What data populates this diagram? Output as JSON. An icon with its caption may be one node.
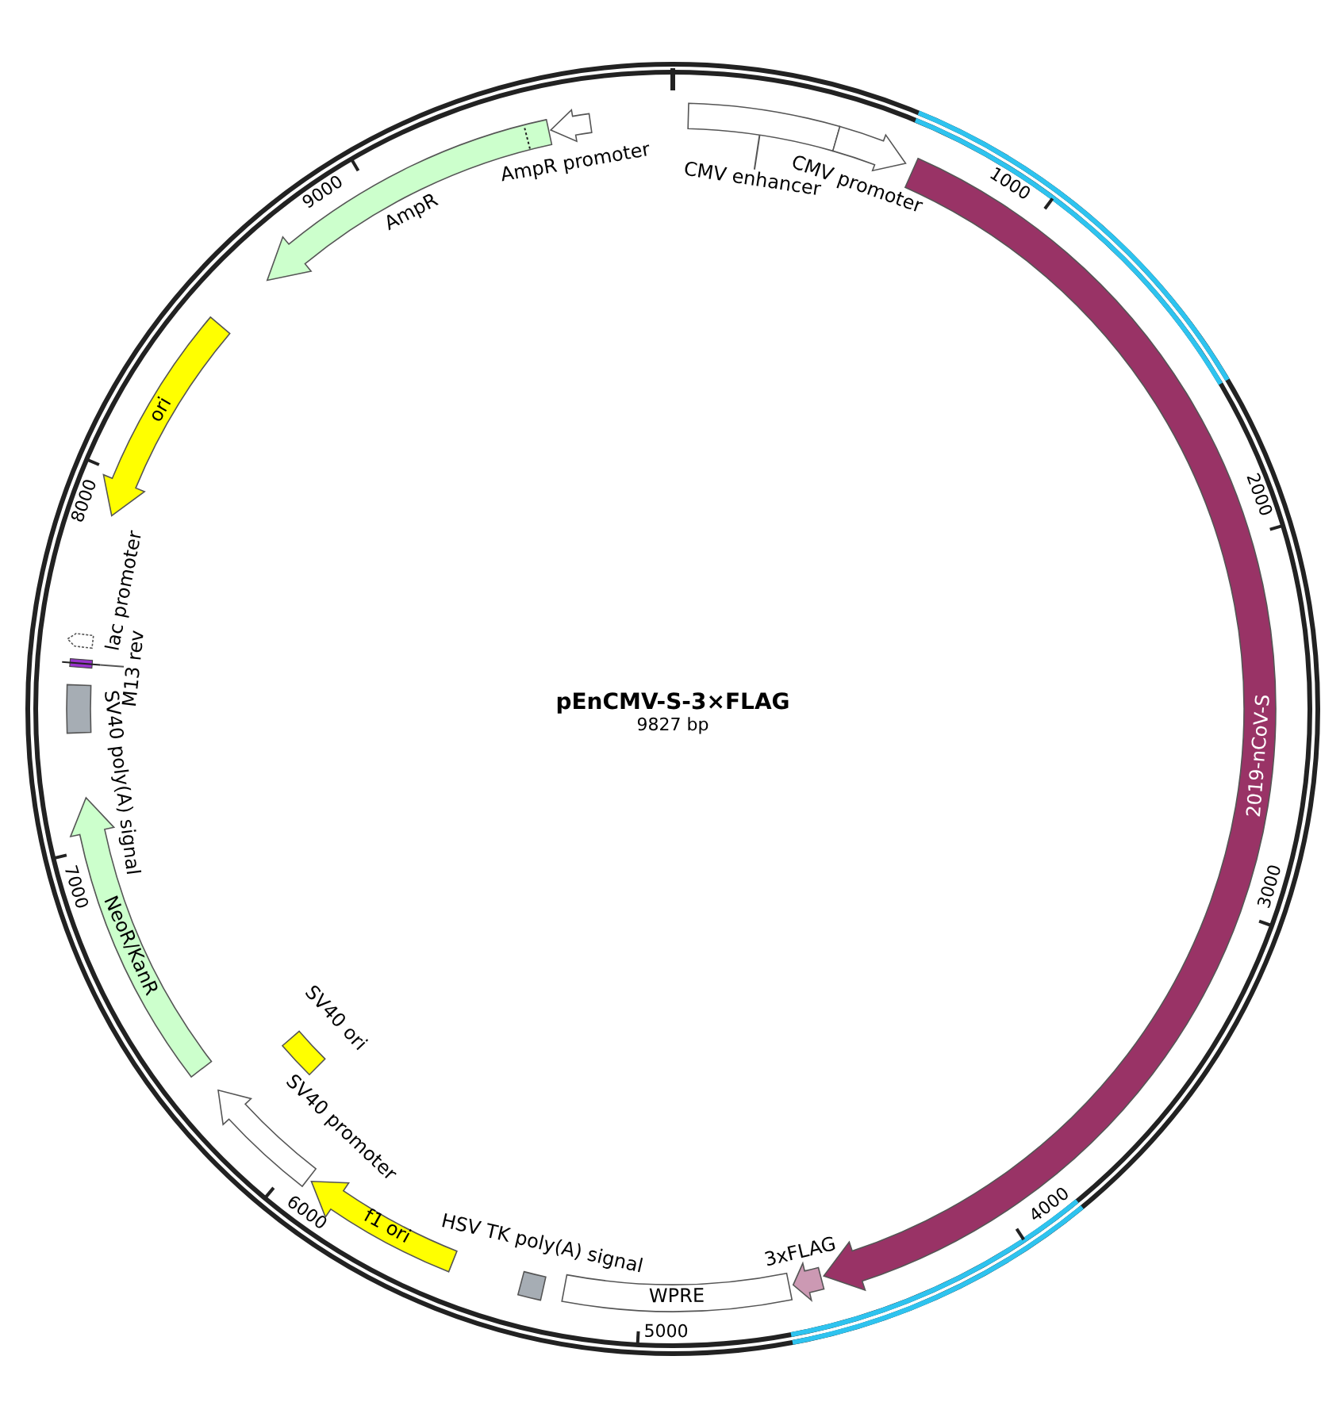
{
  "diagram": {
    "title": "pEnCMV-S-3×FLAG",
    "nodes": [
      {
        "text": [],
        "shape": "box"
      },
      {
        "text": [
          "CMV enhancer"
        ]
      },
      {
        "text": [
          "CMV promoter"
        ]
      },
      {
        "text": [
          "2019-nCoV-S"
        ]
      },
      {
        "text": [
          "3xFLAG"
        ]
      },
      {
        "text": [
          "WPRE"
        ]
      },
      {
        "text": [
          "HSV TK poly(A) signal"
        ]
      },
      {
        "text": [
          "f1 ori"
        ]
      },
      {
        "text": [
          "SV40 promoter"
        ]
      },
      {
        "text": [
          "SV40 ori"
        ]
      },
      {
        "text": [
          "NeoR/KanR"
        ]
      },
      {
        "text": [
          "SV40 poly(A) signal"
        ]
      },
      {
        "text": [],
        "shape": "bar"
      },
      {
        "text": [
          "M13 rev"
        ]
      },
      {
        "text": [
          "lac promoter"
        ]
      },
      {
        "text": [
          "ori"
        ]
      },
      {
        "text": [
          "AmpR"
        ]
      },
      {
        "text": [
          "AmpR promoter"
        ]
      }
    ],
    "edges": [
      {
        "from": 1,
        "to": 0,
        "arrow": "none"
      },
      {
        "from": 13,
        "to": 12,
        "arrow": "none"
      }
    ],
    "labels": [
      "9827 bp",
      "1000",
      "2000",
      "3000",
      "4000",
      "5000",
      "6000",
      "7000",
      "8000",
      "9000"
    ]
  }
}
